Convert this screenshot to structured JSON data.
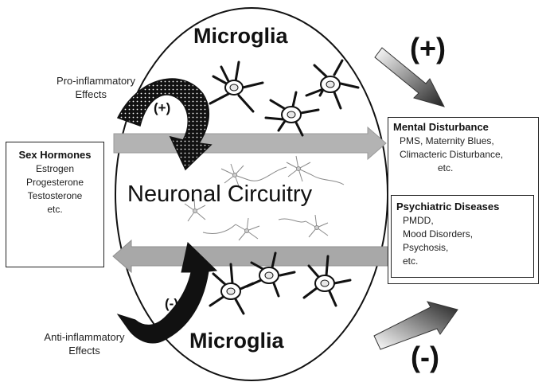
{
  "diagram": {
    "microglia_top": "Microglia",
    "microglia_bottom": "Microglia",
    "center_label": "Neuronal Circuitry",
    "pro_inflammatory": [
      "Pro-inflammatory",
      "Effects"
    ],
    "anti_inflammatory": [
      "Anti-inflammatory",
      "Effects"
    ],
    "loop_top_sign": "(+)",
    "loop_bottom_sign": "(-)",
    "big_plus": "(+)",
    "big_minus": "(-)",
    "sex_hormones": {
      "title": "Sex Hormones",
      "items": [
        "Estrogen",
        "Progesterone",
        "Testosterone",
        "etc."
      ]
    },
    "mental_disturbance": {
      "title": "Mental Disturbance",
      "items": [
        "PMS, Maternity Blues,",
        "Climacteric Disturbance,",
        "etc."
      ]
    },
    "psychiatric_diseases": {
      "title": "Psychiatric Diseases",
      "items": [
        "PMDD,",
        "Mood Disorders,",
        "Psychosis,",
        "etc."
      ]
    }
  }
}
